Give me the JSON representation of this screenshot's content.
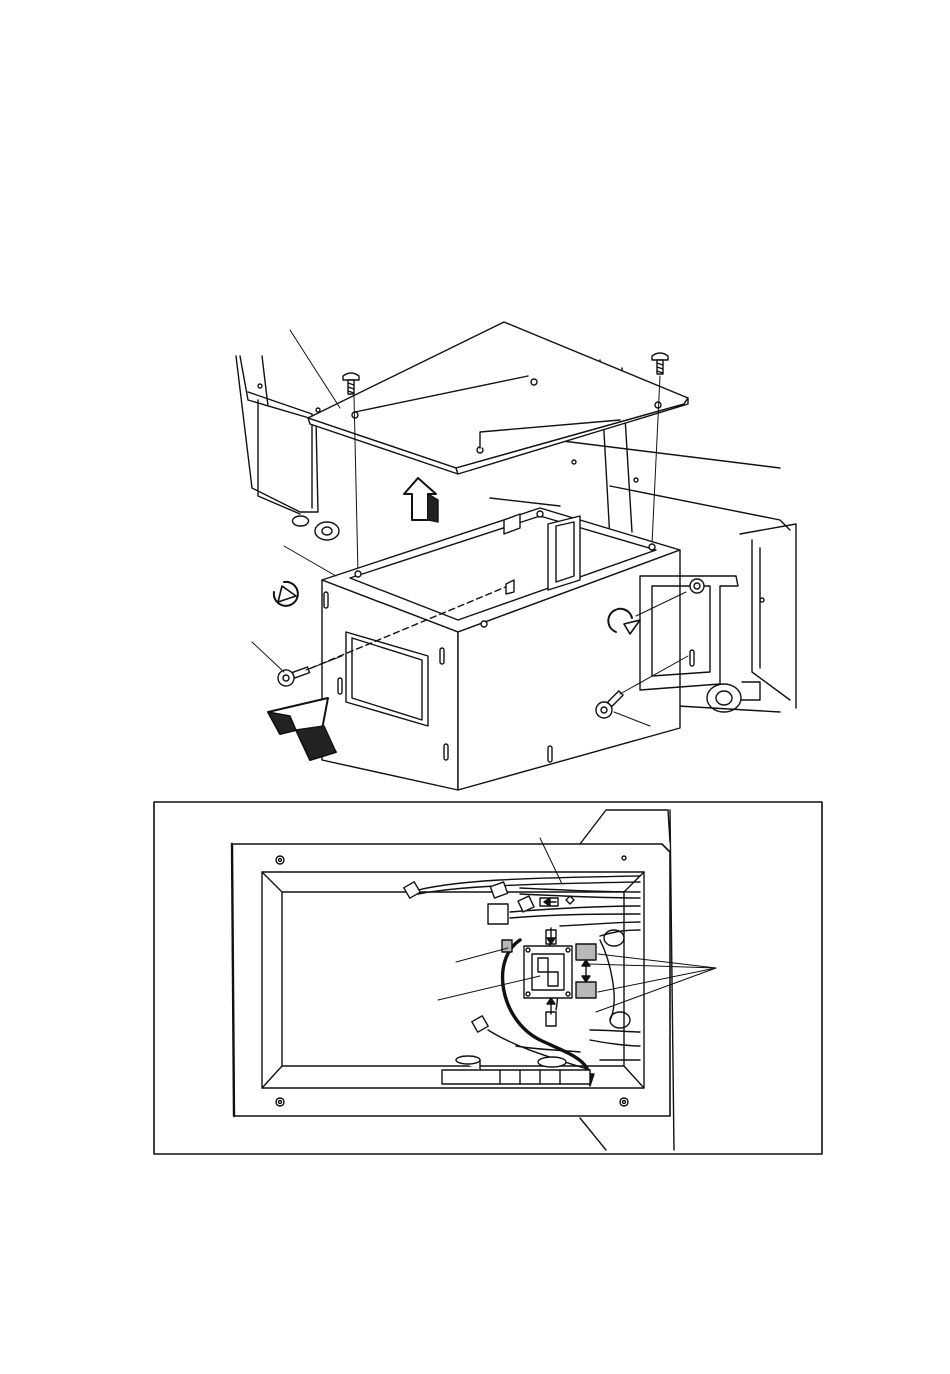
{
  "document": {
    "type": "installation-diagram",
    "text_labels": []
  },
  "upper_illustration": {
    "description_parts": [
      "base-cabinet",
      "top-plate",
      "screws",
      "rotation-arrows",
      "lift-arrow",
      "insert-arrow",
      "callout-lines"
    ]
  },
  "lower_inset": {
    "description_parts": [
      "inset-frame",
      "cabinet-interior",
      "wire-harness",
      "connectors",
      "connector-board",
      "callout-lines"
    ]
  },
  "colors": {
    "line": "#111111",
    "fill_gray": "#b8b8b8",
    "background": "#ffffff"
  }
}
